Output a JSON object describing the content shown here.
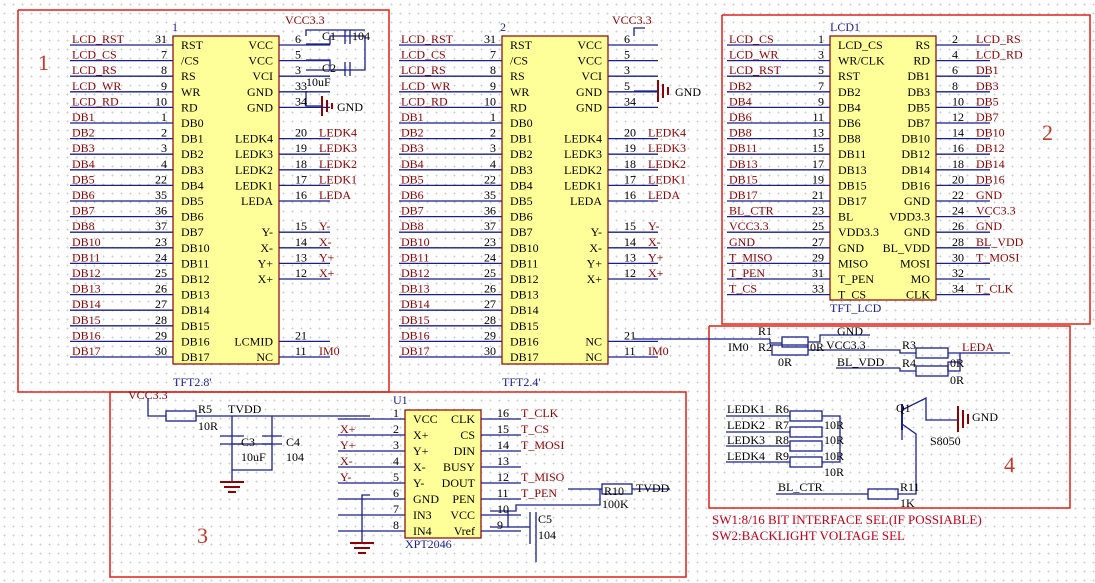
{
  "colors": {
    "wire": "#1a1f8c",
    "netlabel": "#8b0000",
    "body": "#ffff99",
    "bodystroke": "#8b0000",
    "text": "#000000",
    "region": "#e0201a",
    "power": "#8b0000"
  },
  "region_labels": [
    "1",
    "2",
    "3",
    "4"
  ],
  "notes": [
    "SW1:8/16 BIT INTERFACE SEL(IF POSSIABLE)",
    "SW2:BACKLIGHT VOLTAGE SEL"
  ],
  "ics": [
    {
      "ref": "1",
      "name": "TFT2.8'",
      "left": [
        [
          "LCD_RST",
          "31",
          "RST"
        ],
        [
          "LCD_CS",
          "7",
          "/CS"
        ],
        [
          "LCD_RS",
          "8",
          "RS"
        ],
        [
          "LCD_WR",
          "9",
          "WR"
        ],
        [
          "LCD_RD",
          "10",
          "RD"
        ],
        [
          "DB1",
          "1",
          "DB0"
        ],
        [
          "DB2",
          "2",
          "DB1"
        ],
        [
          "DB3",
          "3",
          "DB2"
        ],
        [
          "DB4",
          "4",
          "DB3"
        ],
        [
          "DB5",
          "22",
          "DB4"
        ],
        [
          "DB6",
          "35",
          "DB5"
        ],
        [
          "DB7",
          "36",
          "DB6"
        ],
        [
          "DB8",
          "37",
          "DB7"
        ],
        [
          "DB10",
          "23",
          "DB10"
        ],
        [
          "DB11",
          "24",
          "DB11"
        ],
        [
          "DB12",
          "25",
          "DB12"
        ],
        [
          "DB13",
          "26",
          "DB13"
        ],
        [
          "DB14",
          "27",
          "DB14"
        ],
        [
          "DB15",
          "28",
          "DB15"
        ],
        [
          "DB16",
          "29",
          "DB16"
        ],
        [
          "DB17",
          "30",
          "DB17"
        ]
      ],
      "right": [
        [
          "6",
          "VCC",
          ""
        ],
        [
          "5",
          "VCC",
          ""
        ],
        [
          "3",
          "VCI",
          ""
        ],
        [
          "33",
          "GND",
          ""
        ],
        [
          "34",
          "GND",
          ""
        ],
        [
          "20",
          "LEDK4",
          "LEDK4"
        ],
        [
          "19",
          "LEDK3",
          "LEDK3"
        ],
        [
          "18",
          "LEDK2",
          "LEDK2"
        ],
        [
          "17",
          "LEDK1",
          "LEDK1"
        ],
        [
          "16",
          "LEDA",
          "LEDA"
        ],
        [
          "15",
          "Y-",
          "Y-"
        ],
        [
          "14",
          "X-",
          "X-"
        ],
        [
          "13",
          "Y+",
          "Y+"
        ],
        [
          "12",
          "X+",
          "X+"
        ],
        [
          "21",
          "LCMID",
          ""
        ],
        [
          "11",
          "NC",
          "IM0"
        ]
      ]
    },
    {
      "ref": "2",
      "name": "TFT2.4'",
      "left": [
        [
          "LCD_RST",
          "31",
          "RST"
        ],
        [
          "LCD_CS",
          "7",
          "/CS"
        ],
        [
          "LCD_RS",
          "8",
          "RS"
        ],
        [
          "LCD_WR",
          "9",
          "WR"
        ],
        [
          "LCD_RD",
          "10",
          "RD"
        ],
        [
          "DB1",
          "1",
          "DB0"
        ],
        [
          "DB2",
          "2",
          "DB1"
        ],
        [
          "DB3",
          "3",
          "DB2"
        ],
        [
          "DB4",
          "4",
          "DB3"
        ],
        [
          "DB5",
          "22",
          "DB4"
        ],
        [
          "DB6",
          "35",
          "DB5"
        ],
        [
          "DB7",
          "36",
          "DB6"
        ],
        [
          "DB8",
          "37",
          "DB7"
        ],
        [
          "DB10",
          "23",
          "DB10"
        ],
        [
          "DB11",
          "24",
          "DB11"
        ],
        [
          "DB12",
          "25",
          "DB12"
        ],
        [
          "DB13",
          "26",
          "DB13"
        ],
        [
          "DB14",
          "27",
          "DB14"
        ],
        [
          "DB15",
          "28",
          "DB15"
        ],
        [
          "DB16",
          "29",
          "DB16"
        ],
        [
          "DB17",
          "30",
          "DB17"
        ]
      ],
      "right": [
        [
          "6",
          "VCC",
          ""
        ],
        [
          "5",
          "VCC",
          ""
        ],
        [
          "3",
          "VCI",
          ""
        ],
        [
          "5",
          "GND",
          ""
        ],
        [
          "34",
          "GND",
          ""
        ],
        [
          "20",
          "LEDK4",
          "LEDK4"
        ],
        [
          "19",
          "LEDK3",
          "LEDK3"
        ],
        [
          "18",
          "LEDK2",
          "LEDK2"
        ],
        [
          "17",
          "LEDK1",
          "LEDK1"
        ],
        [
          "16",
          "LEDA",
          "LEDA"
        ],
        [
          "15",
          "Y-",
          "Y-"
        ],
        [
          "14",
          "X-",
          "X-"
        ],
        [
          "13",
          "Y+",
          "Y+"
        ],
        [
          "12",
          "X+",
          "X+"
        ],
        [
          "21",
          "NC",
          ""
        ],
        [
          "11",
          "NC",
          "IM0"
        ]
      ]
    },
    {
      "ref": "LCD1",
      "name": "TFT_LCD",
      "left": [
        [
          "LCD_CS",
          "1",
          "LCD_CS"
        ],
        [
          "LCD_WR",
          "3",
          "WR/CLK"
        ],
        [
          "LCD_RST",
          "5",
          "RST"
        ],
        [
          "DB2",
          "7",
          "DB2"
        ],
        [
          "DB4",
          "9",
          "DB4"
        ],
        [
          "DB6",
          "11",
          "DB6"
        ],
        [
          "DB8",
          "13",
          "DB8"
        ],
        [
          "DB11",
          "15",
          "DB11"
        ],
        [
          "DB13",
          "17",
          "DB13"
        ],
        [
          "DB15",
          "19",
          "DB15"
        ],
        [
          "DB17",
          "21",
          "DB17"
        ],
        [
          "BL_CTR",
          "23",
          "BL"
        ],
        [
          "VCC3.3",
          "25",
          "VDD3.3"
        ],
        [
          "GND",
          "27",
          "GND"
        ],
        [
          "T_MISO",
          "29",
          "MISO"
        ],
        [
          "T_PEN",
          "31",
          "T_PEN"
        ],
        [
          "T_CS",
          "33",
          "T_CS"
        ]
      ],
      "right": [
        [
          "2",
          "RS",
          "LCD_RS"
        ],
        [
          "4",
          "RD",
          "LCD_RD"
        ],
        [
          "6",
          "DB1",
          "DB1"
        ],
        [
          "8",
          "DB3",
          "DB3"
        ],
        [
          "10",
          "DB5",
          "DB5"
        ],
        [
          "12",
          "DB7",
          "DB7"
        ],
        [
          "14",
          "DB10",
          "DB10"
        ],
        [
          "16",
          "DB12",
          "DB12"
        ],
        [
          "18",
          "DB14",
          "DB14"
        ],
        [
          "20",
          "DB16",
          "DB16"
        ],
        [
          "22",
          "GND",
          "GND"
        ],
        [
          "24",
          "VDD3.3",
          "VCC3.3"
        ],
        [
          "26",
          "GND",
          "GND"
        ],
        [
          "28",
          "BL_VDD",
          "BL_VDD"
        ],
        [
          "30",
          "MOSI",
          "T_MOSI"
        ],
        [
          "32",
          "MO",
          ""
        ],
        [
          "34",
          "CLK",
          "T_CLK"
        ]
      ]
    },
    {
      "ref": "U1",
      "name": "XPT2046",
      "left": [
        [
          "",
          "1",
          "VCC"
        ],
        [
          "X+",
          "2",
          "X+"
        ],
        [
          "Y+",
          "3",
          "Y+"
        ],
        [
          "X-",
          "4",
          "X-"
        ],
        [
          "Y-",
          "5",
          "Y-"
        ],
        [
          "",
          "6",
          "GND"
        ],
        [
          "",
          "7",
          "IN3"
        ],
        [
          "",
          "8",
          "IN4"
        ]
      ],
      "right": [
        [
          "16",
          "CLK",
          "T_CLK"
        ],
        [
          "15",
          "CS",
          "T_CS"
        ],
        [
          "14",
          "DIN",
          "T_MOSI"
        ],
        [
          "13",
          "BUSY",
          ""
        ],
        [
          "12",
          "DOUT",
          "T_MISO"
        ],
        [
          "11",
          "PEN",
          "T_PEN"
        ],
        [
          "10",
          "VCC",
          ""
        ],
        [
          "9",
          "Vref",
          ""
        ]
      ]
    }
  ],
  "labels": {
    "vcc33_1": "VCC3.3",
    "vcc33_2": "VCC3.3",
    "vcc33_3": "VCC3.3",
    "gnd_1": "GND",
    "gnd_2": "GND",
    "gnd_q1": "GND",
    "c1": "C1",
    "c1v": "104",
    "c2": "C2",
    "c2v": "10uF",
    "r5": "R5",
    "r5v": "10R",
    "tvdd1": "TVDD",
    "c3": "C3",
    "c3v": "10uF",
    "c4": "C4",
    "c4v": "104",
    "r10": "R10",
    "r10v": "100K",
    "tvdd2": "TVDD",
    "c5": "C5",
    "c5v": "104",
    "r1": "R1",
    "r2": "R2",
    "r1v": "0R",
    "r2v": "0R",
    "im0": "IM0",
    "gnd_r": "GND",
    "vcc33_r": "VCC3.3",
    "blvdd": "BL_VDD",
    "r3": "R3",
    "r4": "R4",
    "r3v": "0R",
    "r4v": "0R",
    "leda": "LEDA",
    "ledk1": "LEDK1",
    "ledk2": "LEDK2",
    "ledk3": "LEDK3",
    "ledk4": "LEDK4",
    "r6": "R6",
    "r7": "R7",
    "r8": "R8",
    "r9": "R9",
    "r6v": "10R",
    "r7v": "10R",
    "r8v": "10R",
    "r9v": "10R",
    "q1": "Q1",
    "q1v": "S8050",
    "blctr": "BL_CTR",
    "r11": "R11",
    "r11v": "1K"
  }
}
